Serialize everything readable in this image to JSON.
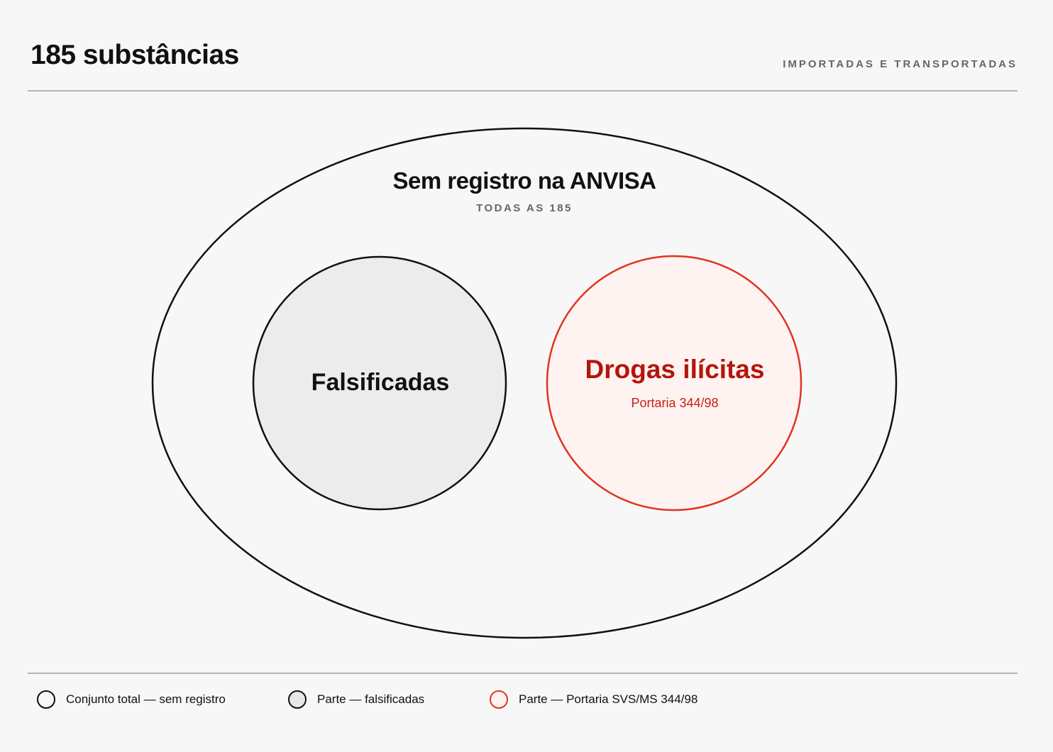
{
  "header": {
    "title": "185 substâncias",
    "subtitle": "IMPORTADAS E TRANSPORTADAS"
  },
  "diagram": {
    "outer": {
      "title": "Sem registro na ANVISA",
      "subtitle": "TODAS AS 185"
    },
    "left_circle": {
      "label": "Falsificadas"
    },
    "right_circle": {
      "label": "Drogas ilícitas",
      "sublabel": "Portaria 344/98"
    }
  },
  "legend": [
    {
      "label": "Conjunto total — sem registro"
    },
    {
      "label": "Parte — falsificadas"
    },
    {
      "label": "Parte — Portaria SVS/MS 344/98"
    }
  ],
  "colors": {
    "background": "#f7f7f7",
    "ink": "#111111",
    "muted": "#666666",
    "falsified_fill": "#ececec",
    "illicit_stroke": "#e0341f",
    "illicit_fill": "#fff3f1",
    "illicit_text": "#b3160b"
  }
}
